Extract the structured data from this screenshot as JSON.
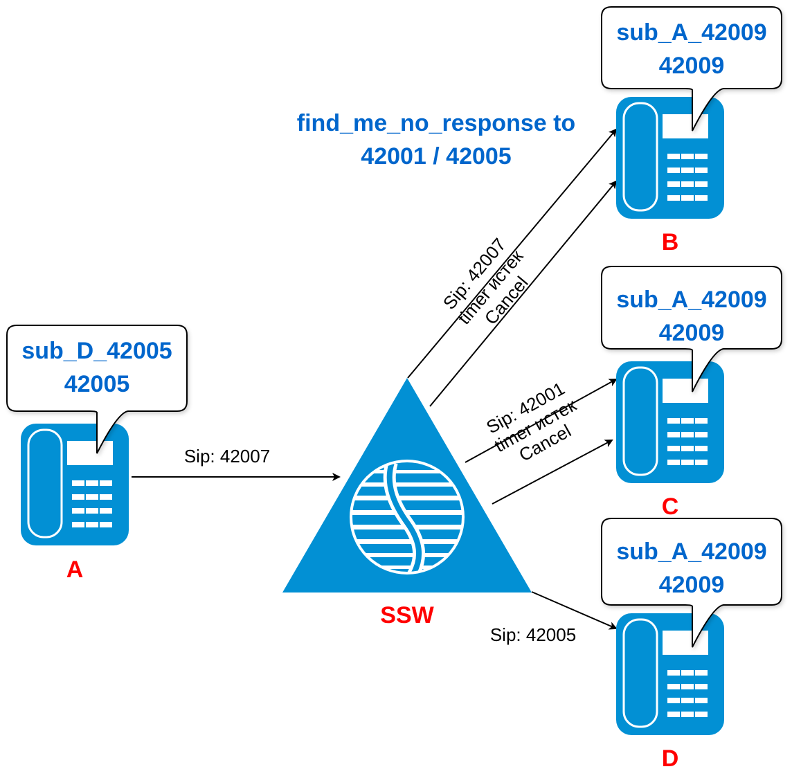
{
  "colors": {
    "device_blue": "#0290D4",
    "callout_text": "#0066CC",
    "node_label": "#FF0000",
    "line": "#000000"
  },
  "title": {
    "line1": "find_me_no_response to",
    "line2": "42001 / 42005"
  },
  "nodes": {
    "A": {
      "label": "A",
      "callout_line1": "sub_D_42005",
      "callout_line2": "42005"
    },
    "B": {
      "label": "B",
      "callout_line1": "sub_A_42009",
      "callout_line2": "42009"
    },
    "C": {
      "label": "C",
      "callout_line1": "sub_A_42009",
      "callout_line2": "42009"
    },
    "D": {
      "label": "D",
      "callout_line1": "sub_A_42009",
      "callout_line2": "42009"
    },
    "SSW": {
      "label": "SSW"
    }
  },
  "edges": {
    "a_to_ssw": {
      "label": "Sip: 42007"
    },
    "ssw_to_b": {
      "label_line1": "Sip: 42007",
      "label_line2": "timer истек",
      "label_line3": "Cancel"
    },
    "ssw_to_c": {
      "label_line1": "Sip: 42001",
      "label_line2": "timer истек",
      "label_line3": "Cancel"
    },
    "ssw_to_d": {
      "label": "Sip: 42005"
    }
  }
}
